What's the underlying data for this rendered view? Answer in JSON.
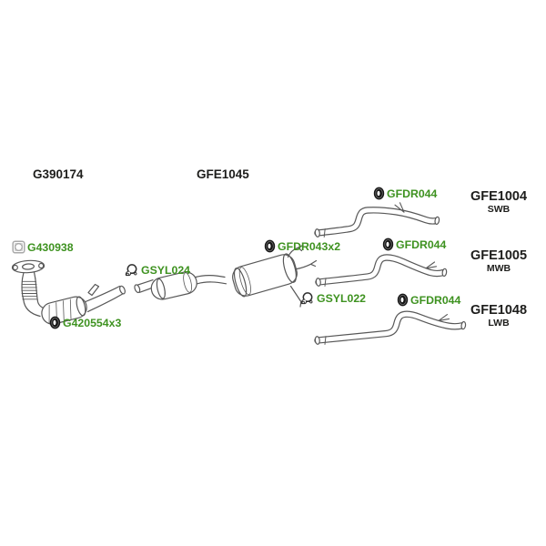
{
  "diagram": {
    "section_headings": {
      "front_pipe_code": "G390174",
      "center_section_code": "GFE1045"
    },
    "variants": [
      {
        "code": "GFE1004",
        "wheelbase": "SWB"
      },
      {
        "code": "GFE1005",
        "wheelbase": "MWB"
      },
      {
        "code": "GFE1048",
        "wheelbase": "LWB"
      }
    ],
    "part_links": {
      "gasket": {
        "code": "G430938",
        "icon": "gasket-icon"
      },
      "front_clamp": {
        "code": "GSYL024",
        "icon": "clamp-icon"
      },
      "center_hanger": {
        "code": "GFDR043x2",
        "icon": "rubber-mount-icon"
      },
      "front_mount": {
        "code": "G420554x3",
        "icon": "rubber-mount-icon"
      },
      "swb_hanger": {
        "code": "GFDR044",
        "icon": "rubber-mount-icon"
      },
      "mwb_hanger": {
        "code": "GFDR044",
        "icon": "rubber-mount-icon"
      },
      "rear_clamp": {
        "code": "GSYL022",
        "icon": "clamp-icon"
      },
      "lwb_hanger": {
        "code": "GFDR044",
        "icon": "rubber-mount-icon"
      }
    },
    "colors": {
      "part_link_green": "#3e9220",
      "heading_text": "#1d1d1b",
      "line_art": "#585858",
      "background": "#ffffff"
    }
  }
}
